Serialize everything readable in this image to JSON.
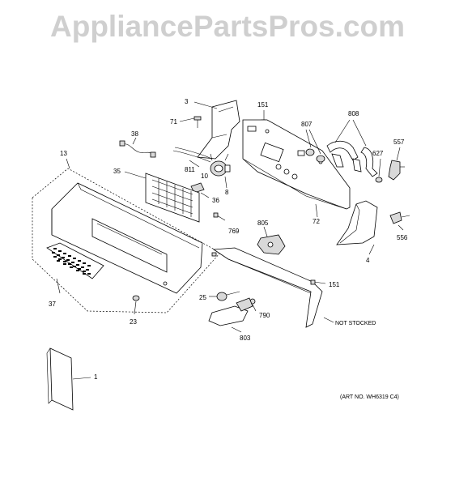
{
  "watermark": "AppliancePartsPros.com",
  "art_number": "(ART NO. WH6319 C4)",
  "not_stocked": "NOT STOCKED",
  "callouts": {
    "c3": "3",
    "c71": "71",
    "c151a": "151",
    "c807": "807",
    "c808": "808",
    "c557": "557",
    "c38": "38",
    "c13": "13",
    "c811": "811",
    "c10": "10",
    "c8": "8",
    "c627": "627",
    "c35": "35",
    "c36": "36",
    "c72": "72",
    "c769": "769",
    "c805": "805",
    "c556": "556",
    "c4": "4",
    "c37": "37",
    "c151b": "151",
    "c25": "25",
    "c790": "790",
    "c23": "23",
    "c803": "803",
    "c1": "1"
  }
}
